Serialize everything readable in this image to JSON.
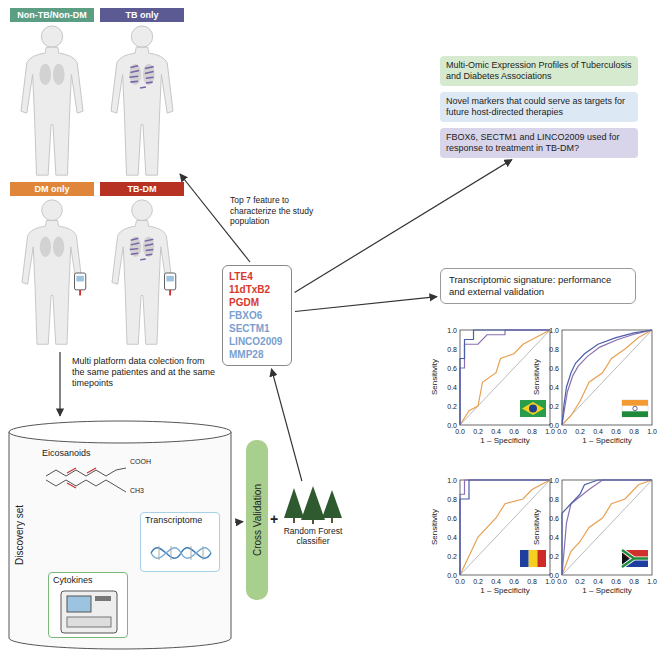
{
  "diagram": {
    "nodes": [
      {
        "text": [
          "Non-TB/Non-DM"
        ]
      },
      {
        "text": [
          "TB only"
        ]
      },
      {
        "text": [
          "DM only"
        ]
      },
      {
        "text": [
          "TB-DM"
        ]
      },
      {
        "text": [
          "LTE4",
          "11dTxB2",
          "PGDM",
          "FBXO6",
          "SECTM1",
          "LINCO2009",
          "MMP28"
        ]
      },
      {
        "text": [
          "Multi-Omic Expression Profiles of Tuberculosis and Diabetes Associations"
        ]
      },
      {
        "text": [
          "Novel markers that could serve as targets for future host-directed therapies"
        ]
      },
      {
        "text": [
          "FBOX6, SECTM1 and LINCO2009 used for response to treatment in TB-DM?"
        ]
      },
      {
        "text": [
          "Transcriptomic signature: performance and external validation"
        ]
      },
      {
        "text": [
          "Discovery set"
        ]
      },
      {
        "text": [
          "Eicosanoids"
        ],
        "in": 9
      },
      {
        "text": [
          "Transcriptome"
        ],
        "in": 9
      },
      {
        "text": [
          "Cytokines"
        ],
        "in": 9
      },
      {
        "text": [
          "Cross Validation"
        ]
      },
      {
        "text": [
          "Random Forest classifier"
        ]
      }
    ],
    "edges": [
      {
        "from": 4,
        "to": 7,
        "arrow": "to"
      },
      {
        "from": 4,
        "to": 8,
        "arrow": "to"
      },
      {
        "from": 14,
        "to": 4,
        "arrow": "to"
      },
      {
        "from": 10,
        "to": 11,
        "arrow": "both"
      },
      {
        "from": 10,
        "to": 12,
        "arrow": "both"
      },
      {
        "from": 12,
        "to": 11,
        "arrow": "both"
      },
      {
        "from": 9,
        "to": 13,
        "arrow": "to"
      }
    ],
    "labels": [
      "Top 7 feature to characterize the study population",
      "Multi platform data colection from the same patientes and at the same timepoints",
      "COOH",
      "CH3",
      "+",
      "Sensitivity",
      "1 – Specificity",
      "0.0",
      "0.2",
      "0.4",
      "0.6",
      "0.8",
      "1.0",
      "0.0",
      "0.2",
      "0.4",
      "0.6",
      "0.8",
      "1.0",
      "Sensitivity",
      "1 – Specificity",
      "0.0",
      "0.2",
      "0.4",
      "0.6",
      "0.8",
      "1.0",
      "0.0",
      "0.2",
      "0.4",
      "0.6",
      "0.8",
      "1.0",
      "Sensitivity",
      "1 – Specificity",
      "0.0",
      "0.2",
      "0.4",
      "0.6",
      "0.8",
      "1.0",
      "0.0",
      "0.2",
      "0.4",
      "0.6",
      "0.8",
      "1.0",
      "Sensitivity",
      "1 – Specificity",
      "0.0",
      "0.2",
      "0.4",
      "0.6",
      "0.8",
      "1.0",
      "0.0",
      "0.2",
      "0.4",
      "0.6",
      "0.8",
      "1.0"
    ]
  }
}
